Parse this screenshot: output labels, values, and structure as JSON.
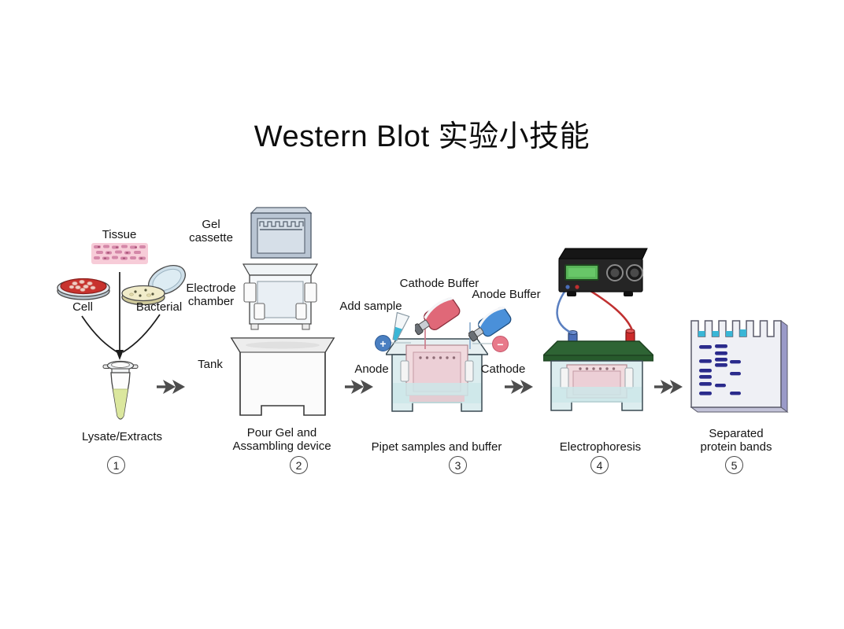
{
  "title": "Western Blot 实验小技能",
  "steps": [
    {
      "number": "1",
      "caption": "Lysate/Extracts",
      "labels": {
        "tissue": "Tissue",
        "cell": "Cell",
        "bacterial": "Bacterial"
      }
    },
    {
      "number": "2",
      "caption_line1": "Pour Gel and",
      "caption_line2": "Assambling device",
      "labels": {
        "gel_cassette_l1": "Gel",
        "gel_cassette_l2": "cassette",
        "electrode_chamber_l1": "Electrode",
        "electrode_chamber_l2": "chamber",
        "tank": "Tank"
      }
    },
    {
      "number": "3",
      "caption": "Pipet samples and buffer",
      "labels": {
        "add_sample": "Add sample",
        "cathode_buffer": "Cathode Buffer",
        "anode_buffer": "Anode Buffer",
        "anode": "Anode",
        "cathode": "Cathode",
        "anode_sign": "+",
        "cathode_sign": "−"
      }
    },
    {
      "number": "4",
      "caption": "Electrophoresis"
    },
    {
      "number": "5",
      "caption_line1": "Separated",
      "caption_line2": "protein bands"
    }
  ],
  "colors": {
    "background": "#ffffff",
    "text": "#141414",
    "arrow": "#4d4d4d",
    "cell_medium": "#c8332e",
    "tissue_patch": "#f7ccd8",
    "bacterial_medium": "#f1ecca",
    "dish_lid": "#cfe0ea",
    "lysate_liquid": "#dbe79e",
    "gel_cassette": "#b9c5d3",
    "cathode_buffer_bottle": "#e06878",
    "anode_buffer_bottle": "#4a90d9",
    "sample_liquid": "#3ab6d6",
    "anode_badge": "#4a7fc1",
    "cathode_badge": "#e8798a",
    "tank_buffer": "#dcedef",
    "inner_gel": "#f1dade",
    "power_supply": "#252525",
    "power_screen": "#59b559",
    "wire_positive": "#c03030",
    "wire_negative": "#5a7fc0",
    "electrophoresis_lid": "#2e6434",
    "protein_band": "#2b2b8c"
  }
}
